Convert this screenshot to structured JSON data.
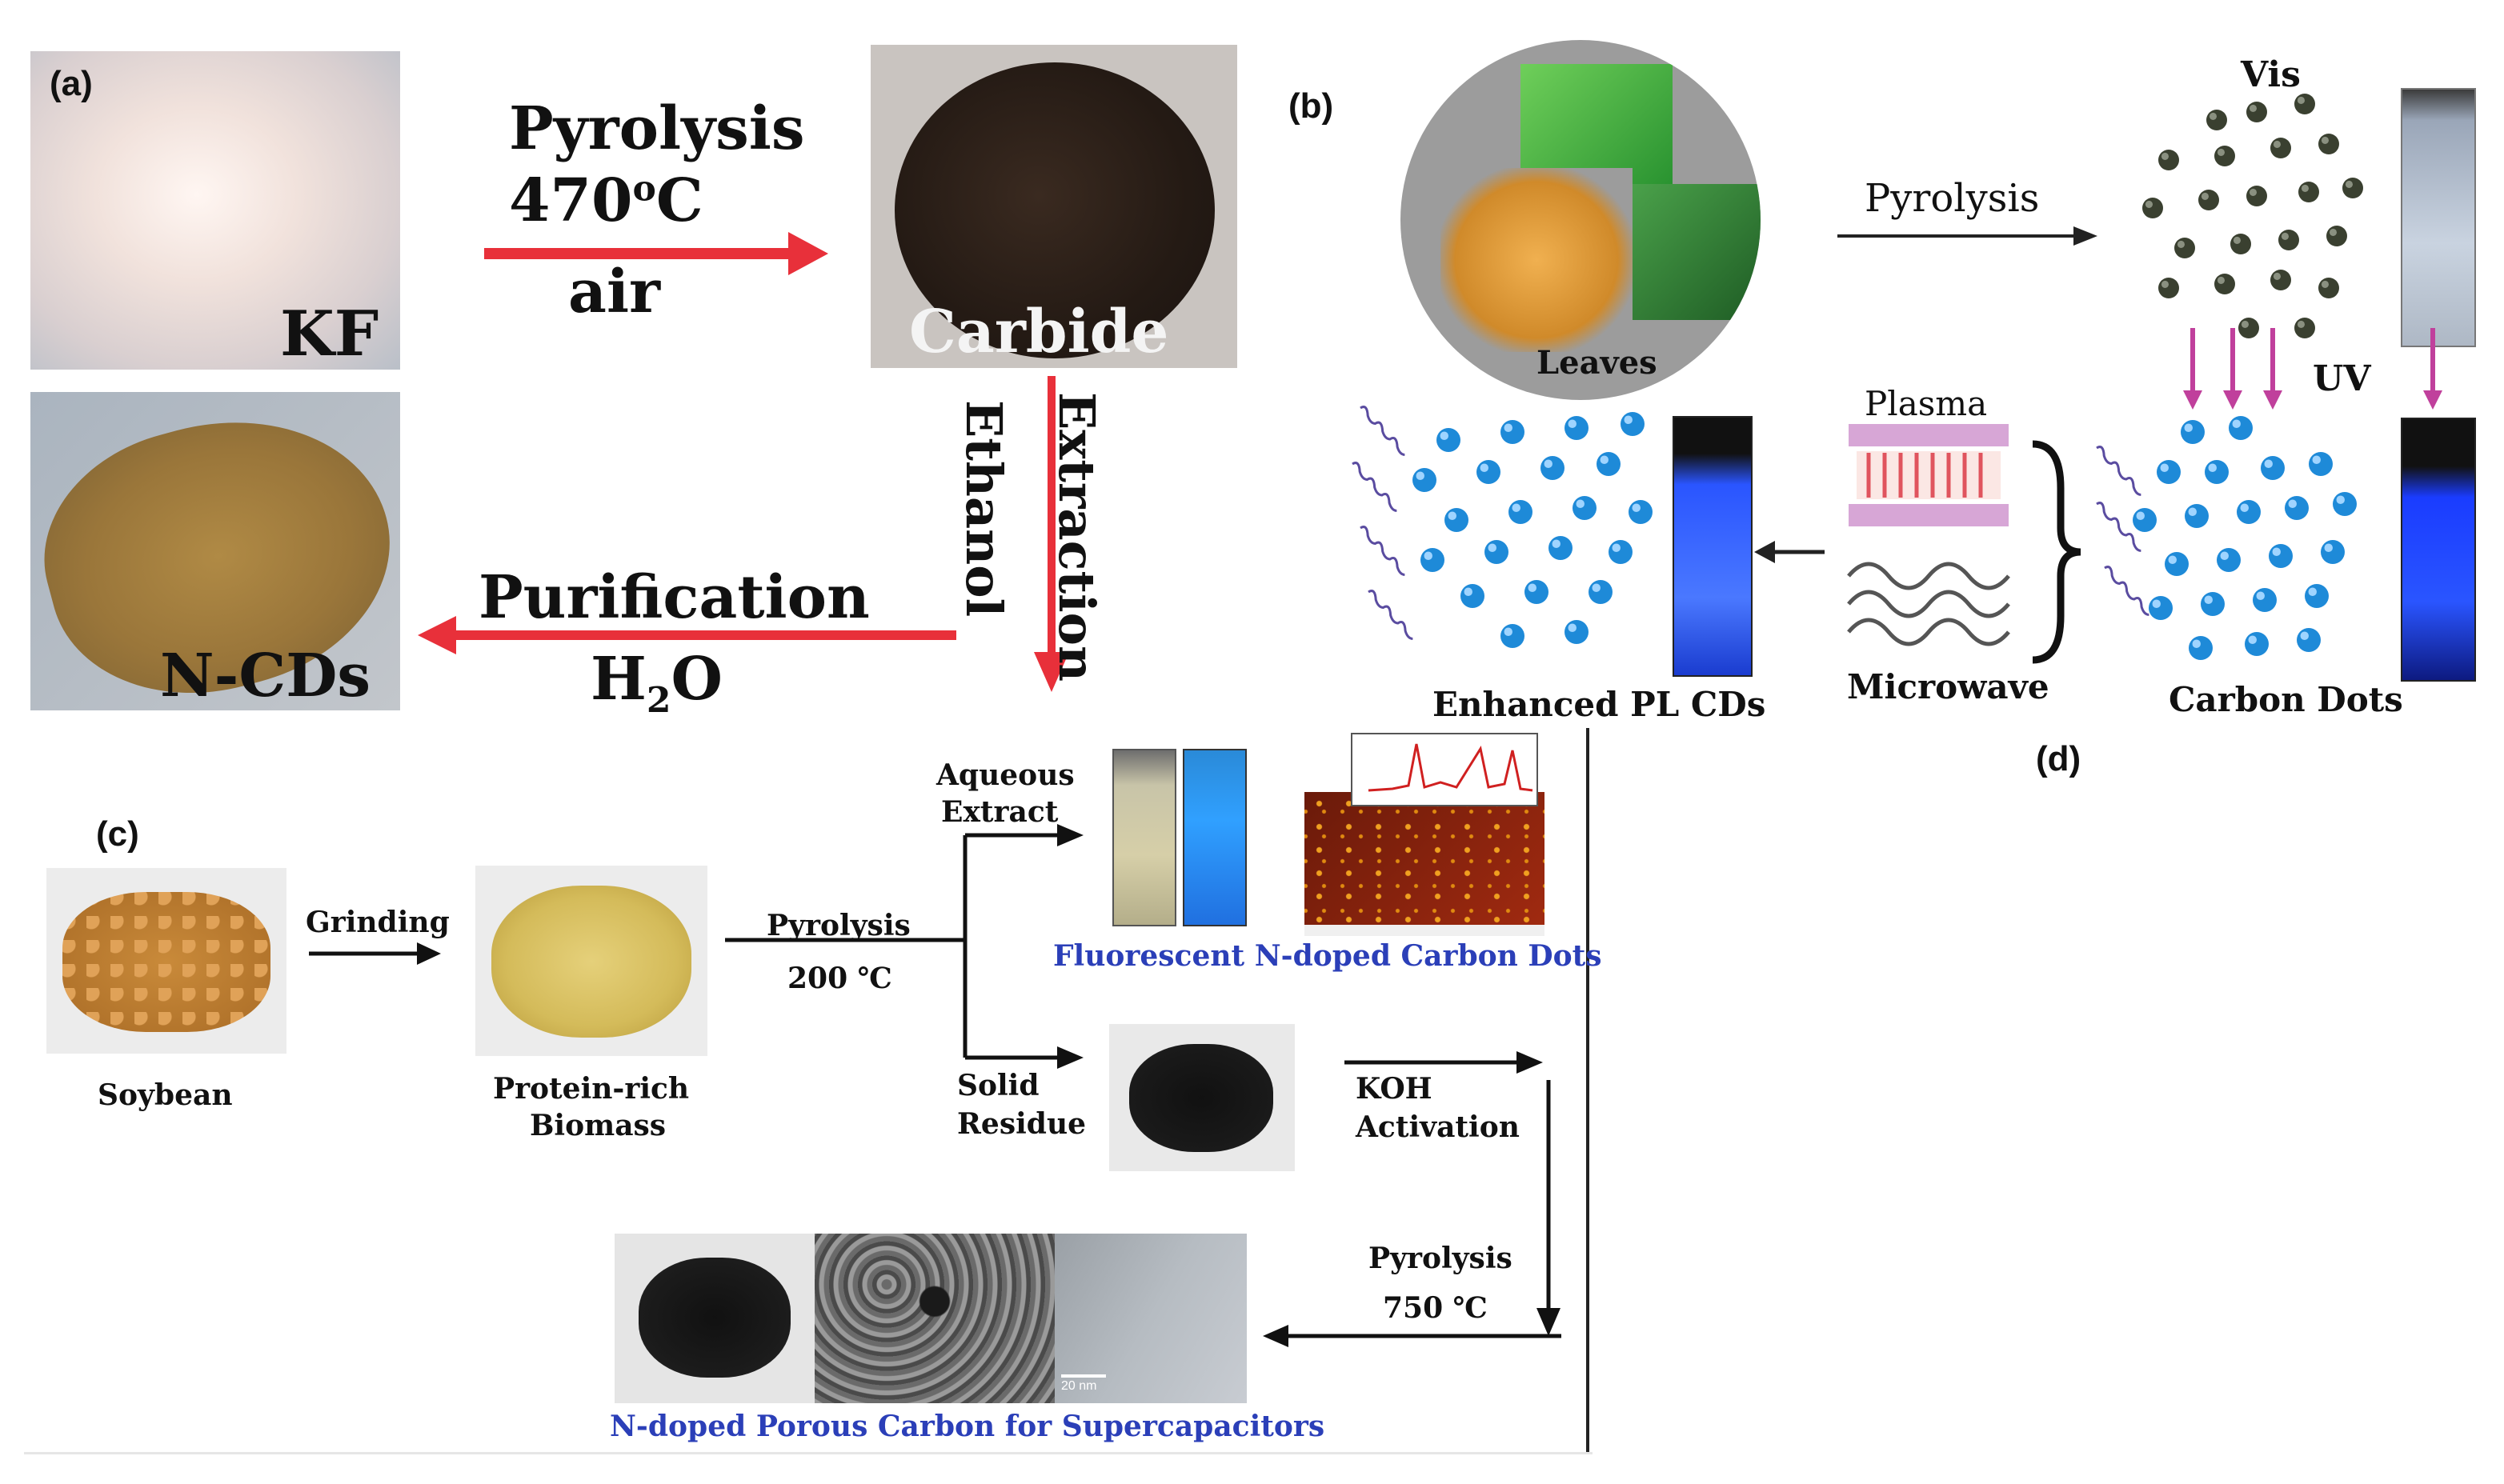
{
  "panel_a": {
    "tag": "(a)",
    "kf_label": "KF",
    "step1_line1": "Pyrolysis",
    "step1_temp": "470",
    "step1_temp_sup": "o",
    "step1_temp_unit": "C",
    "step1_line3": "air",
    "carbide_label": "Carbide",
    "extraction_label": "Extraction",
    "ethanol_label": "Ethanol",
    "purification_label": "Purification",
    "water_h": "H",
    "water_sub": "2",
    "water_o": "O",
    "ncds_label": "N-CDs",
    "colors": {
      "arrow": "#e8303a",
      "kf": "#efe3df",
      "carbide": "#2a1f18",
      "ncds": "#9c7838"
    }
  },
  "panel_b": {
    "tag": "(b)",
    "leaves_label": "Leaves",
    "pyrolysis_label": "Pyrolysis",
    "vis_label": "Vis",
    "uv_label": "UV",
    "plasma_label": "Plasma",
    "microwave_label": "Microwave",
    "carbon_dots_label": "Carbon Dots",
    "enhanced_label": "Enhanced PL CDs",
    "colors": {
      "dot_dark": "#3a4030",
      "dot_blue": "#1e8ad8",
      "uv_arrow": "#c0409c",
      "vial_blue": "#1a3cff"
    }
  },
  "panel_c": {
    "tag": "(c)",
    "soybean_label": "Soybean",
    "grinding_label": "Grinding",
    "biomass_line1": "Protein-rich",
    "biomass_line2": "Biomass",
    "pyrolysis1_label": "Pyrolysis",
    "pyrolysis1_temp": "200 ℃",
    "aqueous_line1": "Aqueous",
    "aqueous_line2": "Extract",
    "fluorescent_caption": "Fluorescent N-doped Carbon Dots",
    "solid_line1": "Solid",
    "solid_line2": "Residue",
    "koh_line1": "KOH",
    "koh_line2": "Activation",
    "pyrolysis2_label": "Pyrolysis",
    "pyrolysis2_temp": "750 ℃",
    "porous_caption": "N-doped Porous Carbon for Supercapacitors",
    "scale_bar": "20 nm",
    "colors": {
      "caption_blue": "#2b3fb8",
      "soybean": "#c98a3a",
      "biomass": "#dcc66a"
    }
  },
  "panel_d": {
    "tag": "(d)"
  }
}
